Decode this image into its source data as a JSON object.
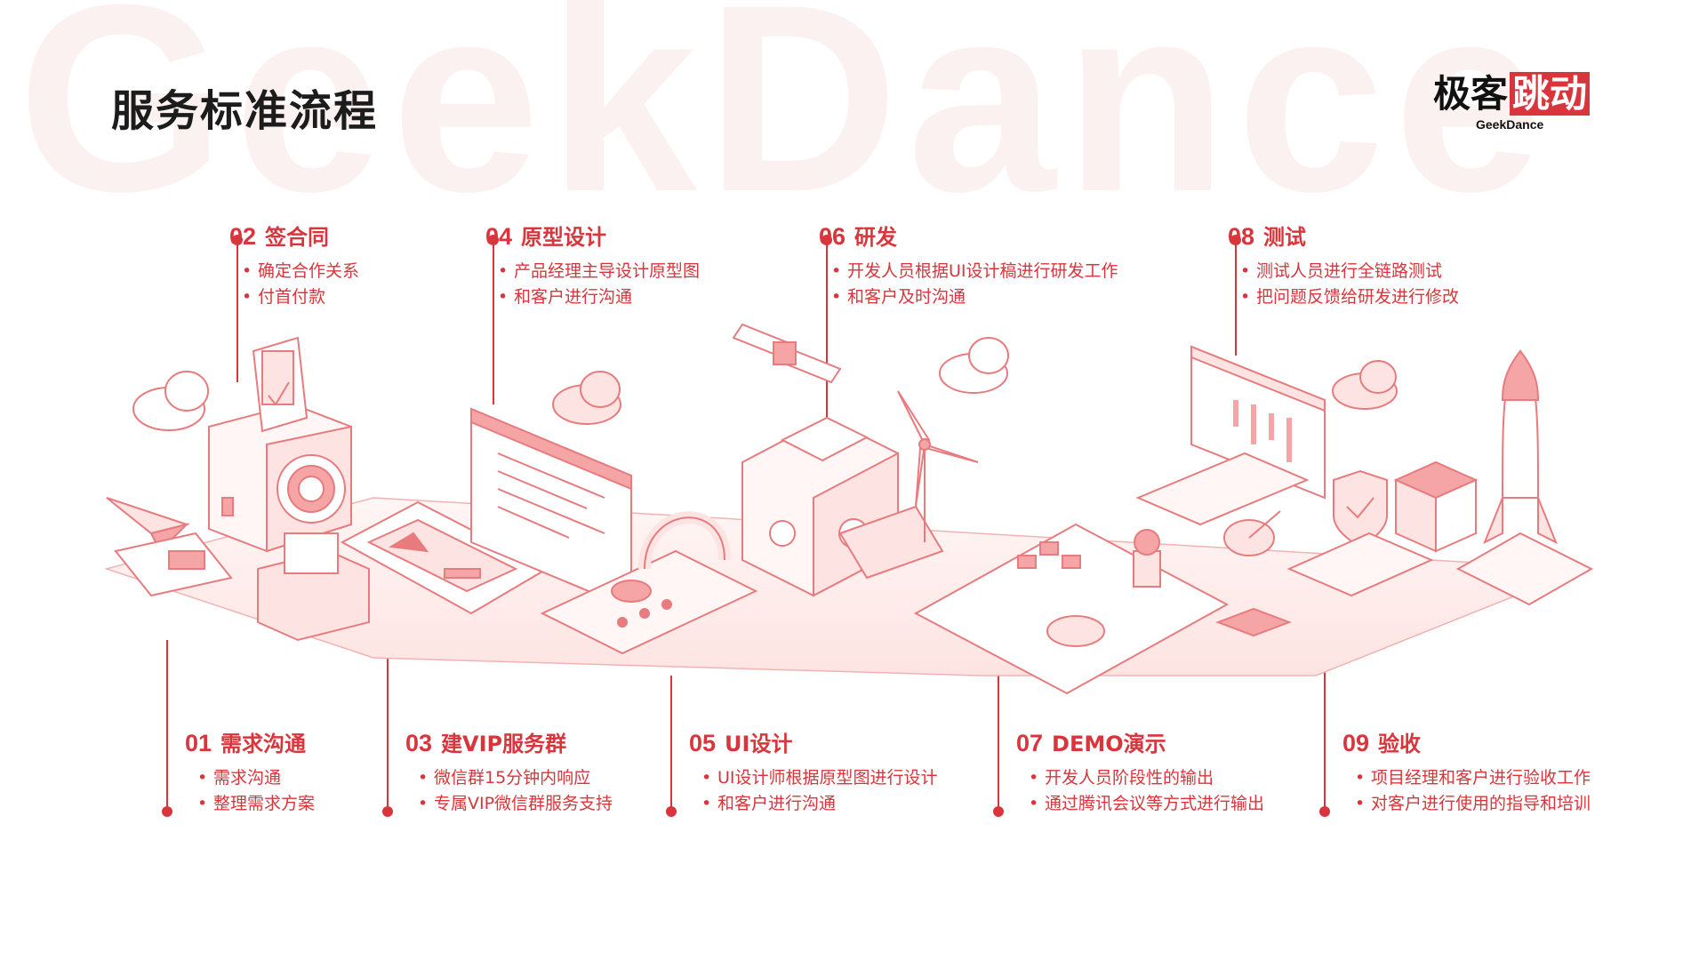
{
  "watermark": "GeekDance",
  "page_title": "服务标准流程",
  "logo": {
    "cn_a": "极客",
    "cn_b": "跳动",
    "en": "GeekDance"
  },
  "colors": {
    "accent": "#d8363c",
    "line": "#e99a9c",
    "fill_light": "#fde4e2",
    "fill_mid": "#f5a5a5"
  },
  "steps": [
    {
      "num": "01",
      "title": "需求沟通",
      "bullets": [
        "需求沟通",
        "整理需求方案"
      ]
    },
    {
      "num": "02",
      "title": "签合同",
      "bullets": [
        "确定合作关系",
        "付首付款"
      ]
    },
    {
      "num": "03",
      "title": "建VIP服务群",
      "bullets": [
        "微信群15分钟内响应",
        "专属VIP微信群服务支持"
      ]
    },
    {
      "num": "04",
      "title": "原型设计",
      "bullets": [
        "产品经理主导设计原型图",
        "和客户进行沟通"
      ]
    },
    {
      "num": "05",
      "title": "UI设计",
      "bullets": [
        "UI设计师根据原型图进行设计",
        "和客户进行沟通"
      ]
    },
    {
      "num": "06",
      "title": "研发",
      "bullets": [
        "开发人员根据UI设计稿进行研发工作",
        "和客户及时沟通"
      ]
    },
    {
      "num": "07",
      "title": "DEMO演示",
      "bullets": [
        "开发人员阶段性的输出",
        "通过腾讯会议等方式进行输出"
      ]
    },
    {
      "num": "08",
      "title": "测试",
      "bullets": [
        "测试人员进行全链路测试",
        "把问题反馈给研发进行修改"
      ]
    },
    {
      "num": "09",
      "title": "验收",
      "bullets": [
        "项目经理和客户进行验收工作",
        "对客户进行使用的指导和培训"
      ]
    }
  ]
}
